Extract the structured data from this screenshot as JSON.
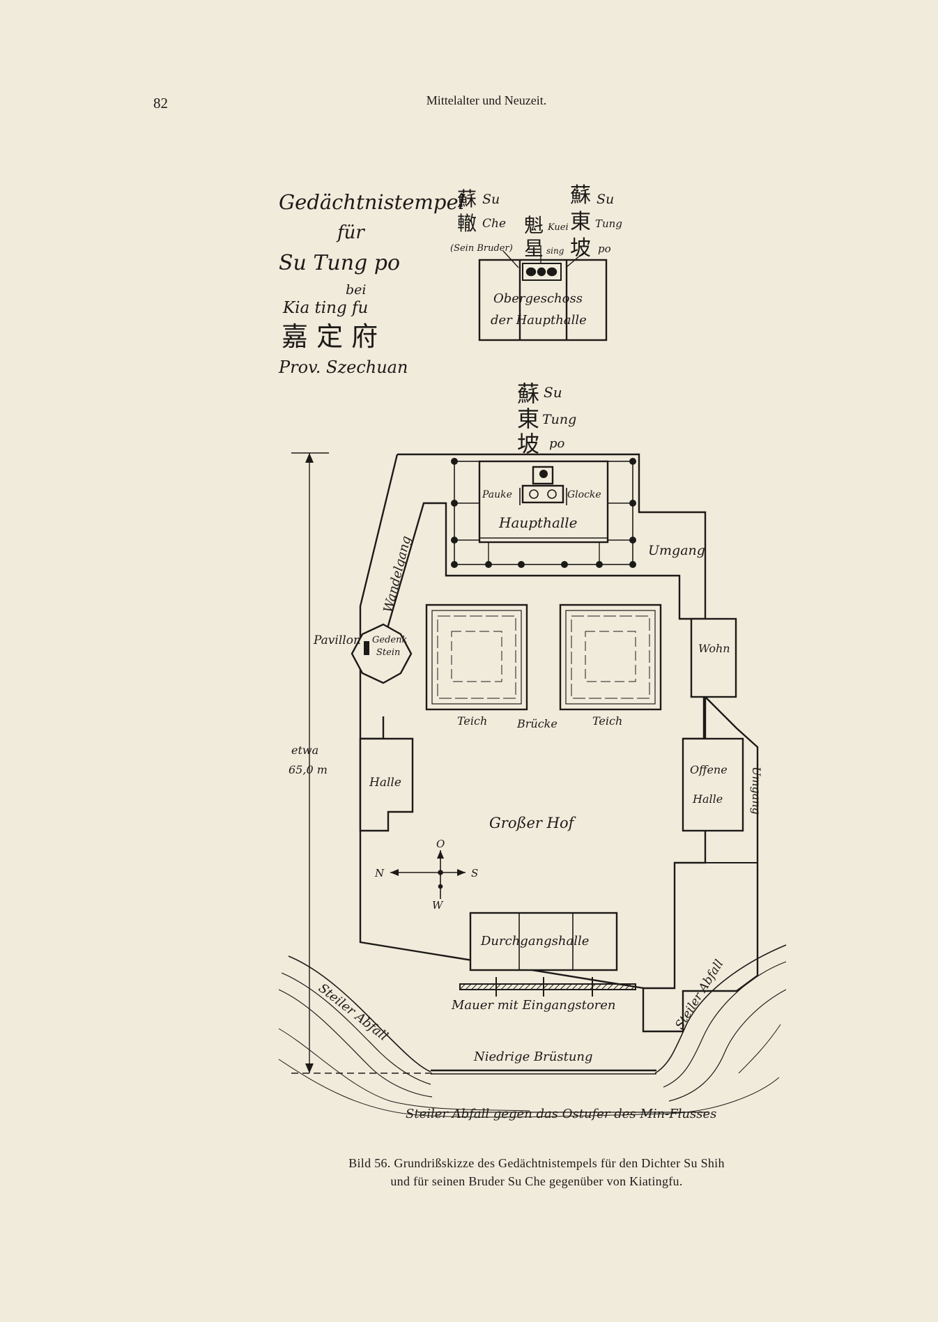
{
  "header": {
    "page_number": "82",
    "running_head": "Mittelalter und Neuzeit."
  },
  "title_block": {
    "line1": "Gedächtnistempel",
    "line2": "für",
    "line3": "Su Tung po",
    "line4": "bei",
    "line5": "Kia ting fu",
    "cjk": "嘉 定 府",
    "line6": "Prov. Szechuan"
  },
  "upper_plan": {
    "char_su_left": "蘇",
    "label_su_left": "Su",
    "char_che": "轍",
    "label_che": "Che",
    "label_brother": "(Sein Bruder)",
    "char_kuei": "魁",
    "label_kuei": "Kuei",
    "char_sing": "星",
    "label_sing": "sing",
    "char_su_right": "蘇",
    "label_su_right": "Su",
    "char_tung": "東",
    "label_tung": "Tung",
    "char_po": "坡",
    "label_po": "po",
    "hall_line1": "Obergeschoss",
    "hall_line2": "der Haupthalle"
  },
  "main_plan": {
    "char_su": "蘇",
    "label_su": "Su",
    "char_tung": "東",
    "label_tung": "Tung",
    "char_po": "坡",
    "label_po": "po",
    "pauke": "Pauke",
    "glocke": "Glocke",
    "haupthalle": "Haupthalle",
    "umgang_top": "Umgang",
    "wandelgang": "Wandelgang",
    "pavillon": "Pavillon",
    "gedenkstein_1": "Gedenk",
    "gedenkstein_2": "Stein",
    "wohn": "Wohn",
    "teich_left": "Teich",
    "bruecke": "Brücke",
    "teich_right": "Teich",
    "halle_left": "Halle",
    "offene_1": "Offene",
    "offene_2": "Halle",
    "umgang_right": "Umgang",
    "grosser_hof": "Großer Hof",
    "compass_o": "O",
    "compass_n": "N",
    "compass_s": "S",
    "compass_w": "W",
    "etwa": "etwa",
    "distance": "65,0 m",
    "durchgangshalle": "Durchgangshalle",
    "mauer": "Mauer mit Eingangstoren",
    "steiler_left": "Steiler Abfall",
    "steiler_right": "Steiler Abfall",
    "bruestung": "Niedrige Brüstung",
    "bottom_abfall": "Steiler Abfall gegen das Ostufer des Min-Flusses"
  },
  "caption": {
    "line1": "Bild 56.  Grundrißskizze des Gedächtnistempels für den Dichter Su Shih",
    "line2": "und für seinen Bruder Su Che gegenüber von Kiatingfu."
  }
}
